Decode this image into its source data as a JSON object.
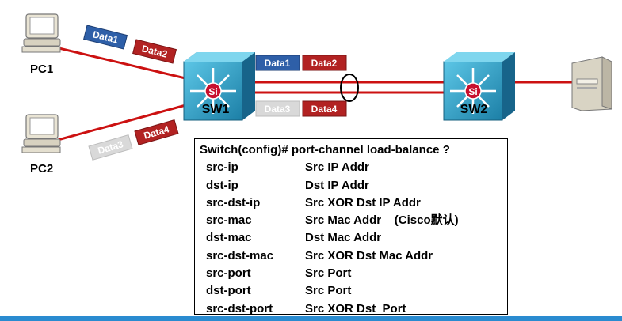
{
  "hosts": {
    "pc1_label": "PC1",
    "pc2_label": "PC2"
  },
  "switches": {
    "sw1_label": "SW1",
    "sw2_label": "SW2",
    "badge": "Si"
  },
  "tags": {
    "pc1_data1": "Data1",
    "pc1_data2": "Data2",
    "pc2_data3": "Data3",
    "pc2_data4": "Data4",
    "link_top_data1": "Data1",
    "link_top_data2": "Data2",
    "link_bottom_data3": "Data3",
    "link_bottom_data4": "Data4"
  },
  "colors": {
    "link_red": "#cc1111",
    "tag_blue": "#2e5fa8",
    "tag_red": "#b22222",
    "tag_gray": "#d9d9d9",
    "switch_teal": "#2a9fc4"
  },
  "command": {
    "title": "Switch(config)# port-channel load-balance ?",
    "rows": [
      {
        "opt": "src-ip",
        "desc": "Src IP Addr"
      },
      {
        "opt": "dst-ip",
        "desc": "Dst IP Addr"
      },
      {
        "opt": "src-dst-ip",
        "desc": "Src XOR Dst IP Addr"
      },
      {
        "opt": "src-mac",
        "desc": "Src Mac Addr    (Cisco默认)"
      },
      {
        "opt": "dst-mac",
        "desc": "Dst Mac Addr"
      },
      {
        "opt": "src-dst-mac",
        "desc": "Src XOR Dst Mac Addr"
      },
      {
        "opt": "src-port",
        "desc": "Src Port"
      },
      {
        "opt": "dst-port",
        "desc": "Src Port"
      },
      {
        "opt": "src-dst-port",
        "desc": "Src XOR Dst  Port"
      }
    ]
  }
}
